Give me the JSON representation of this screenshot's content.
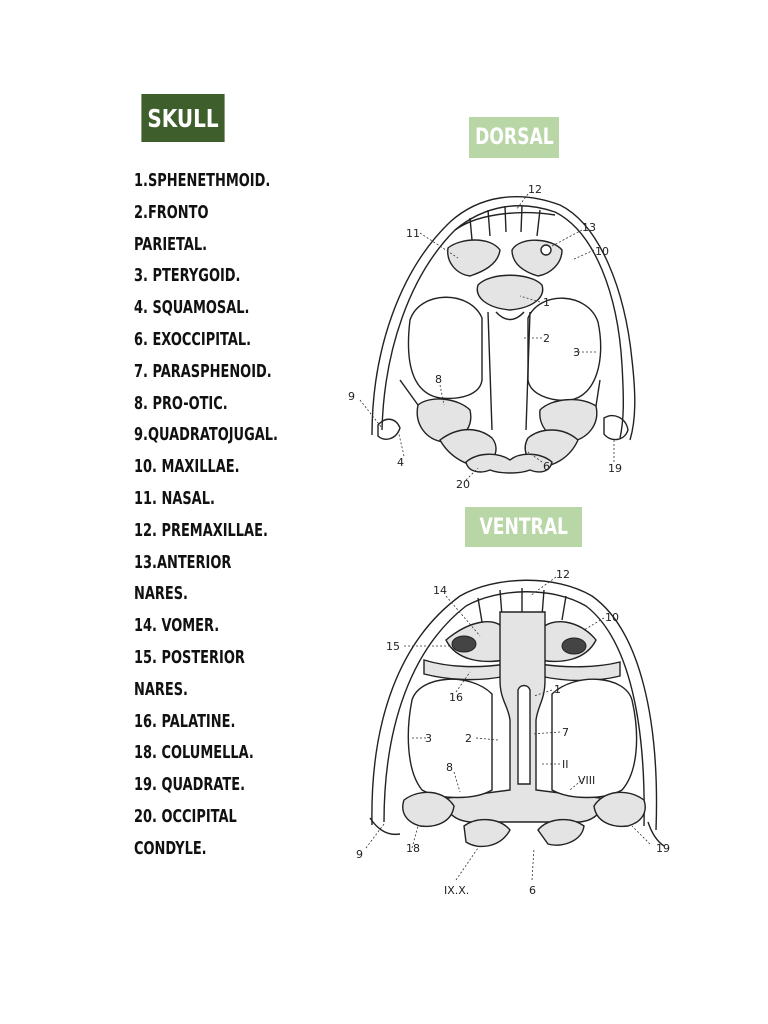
{
  "title": "SKULL",
  "views": {
    "dorsal": "DORSAL",
    "ventral": "VENTRAL"
  },
  "legend": [
    "1.SPHENETHMOID.",
    "2.FRONTO",
    "PARIETAL.",
    "3. PTERYGOID.",
    "4. SQUAMOSAL.",
    "6. EXOCCIPITAL.",
    "7. PARASPHENOID.",
    "8. PRO-OTIC.",
    "9.QUADRATOJUGAL.",
    "10. MAXILLAE.",
    "11. NASAL.",
    "12. PREMAXILLAE.",
    "13.ANTERIOR",
    "NARES.",
    "14. VOMER.",
    "15. POSTERIOR",
    "NARES.",
    "16. PALATINE.",
    "18. COLUMELLA.",
    "19. QUADRATE.",
    "20. OCCIPITAL",
    "CONDYLE."
  ],
  "dorsal_labels": {
    "l12": "12",
    "l11": "11",
    "l13": "13",
    "l10": "10",
    "l1": "1",
    "l2": "2",
    "l3": "3",
    "l8": "8",
    "l9": "9",
    "l4": "4",
    "l6": "6",
    "l20": "20",
    "l19": "19"
  },
  "ventral_labels": {
    "l12": "12",
    "l14": "14",
    "l10": "10",
    "l15": "15",
    "l16": "16",
    "l1": "1",
    "l3": "3",
    "l2": "2",
    "l7": "7",
    "lII": "II",
    "l8": "8",
    "lVIII": "VIII",
    "l9": "9",
    "l18": "18",
    "l19": "19",
    "lIXX": "IX.X.",
    "l6": "6"
  }
}
